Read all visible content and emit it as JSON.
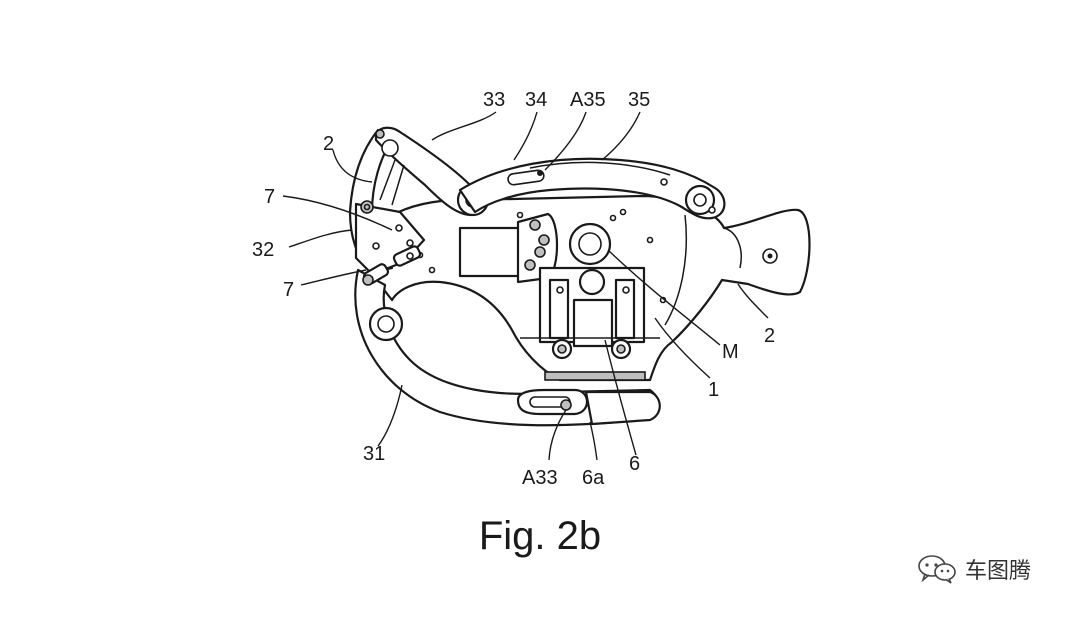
{
  "figure": {
    "caption": "Fig. 2b",
    "labels": {
      "l33": "33",
      "l34": "34",
      "lA35": "A35",
      "l35": "35",
      "l2a": "2",
      "l7a": "7",
      "l32": "32",
      "l7b": "7",
      "l2b": "2",
      "lM": "M",
      "l1": "1",
      "l31": "31",
      "lA33": "A33",
      "l6a": "6a",
      "l6": "6"
    }
  },
  "watermark": {
    "text": "车图腾",
    "icon": "wechat-icon"
  }
}
